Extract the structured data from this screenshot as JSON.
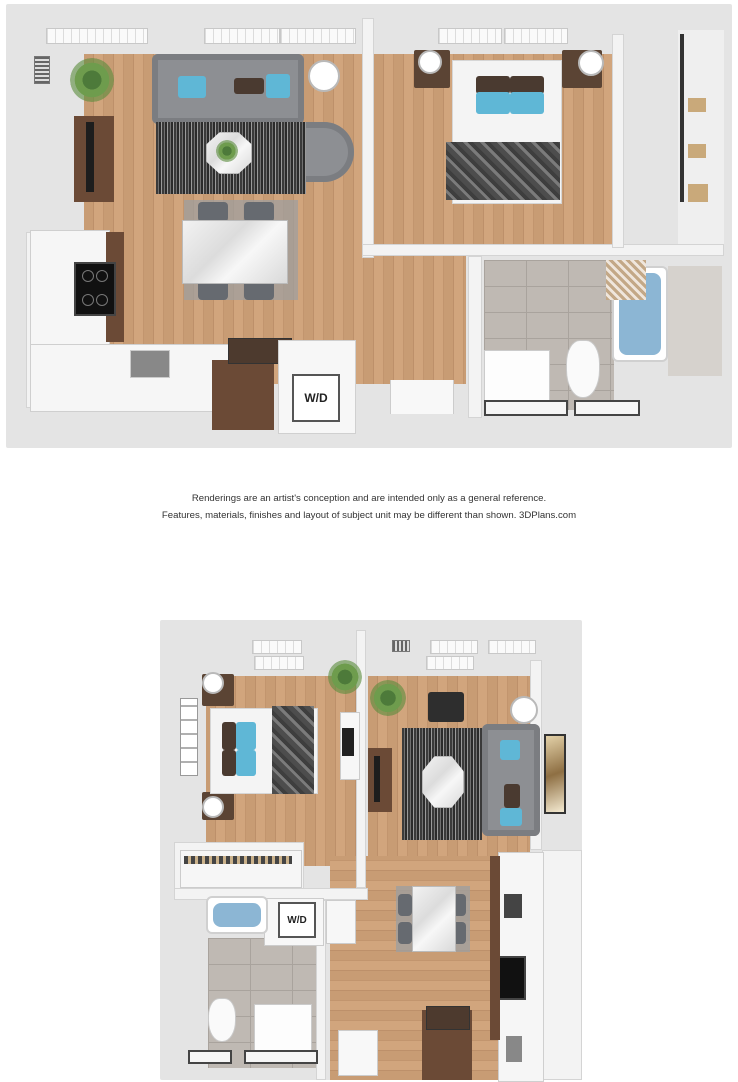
{
  "plans": [
    {
      "name": "floor-plan-upper",
      "washer_dryer_label": "W/D"
    },
    {
      "name": "floor-plan-lower",
      "washer_dryer_label": "W/D"
    }
  ],
  "disclaimer": {
    "line1": "Renderings are an artist's conception and are intended only as a general reference.",
    "line2": "Features, materials, finishes and layout of subject unit may be different than shown. 3DPlans.com"
  },
  "colors": {
    "floor_wood": "#c89c74",
    "wall": "#f3f3f3",
    "accent_pillow": "#5fb7d6",
    "bath_tile": "#bfb9b3"
  },
  "icons": [
    "plant-icon",
    "lamp-icon",
    "vent-icon"
  ]
}
